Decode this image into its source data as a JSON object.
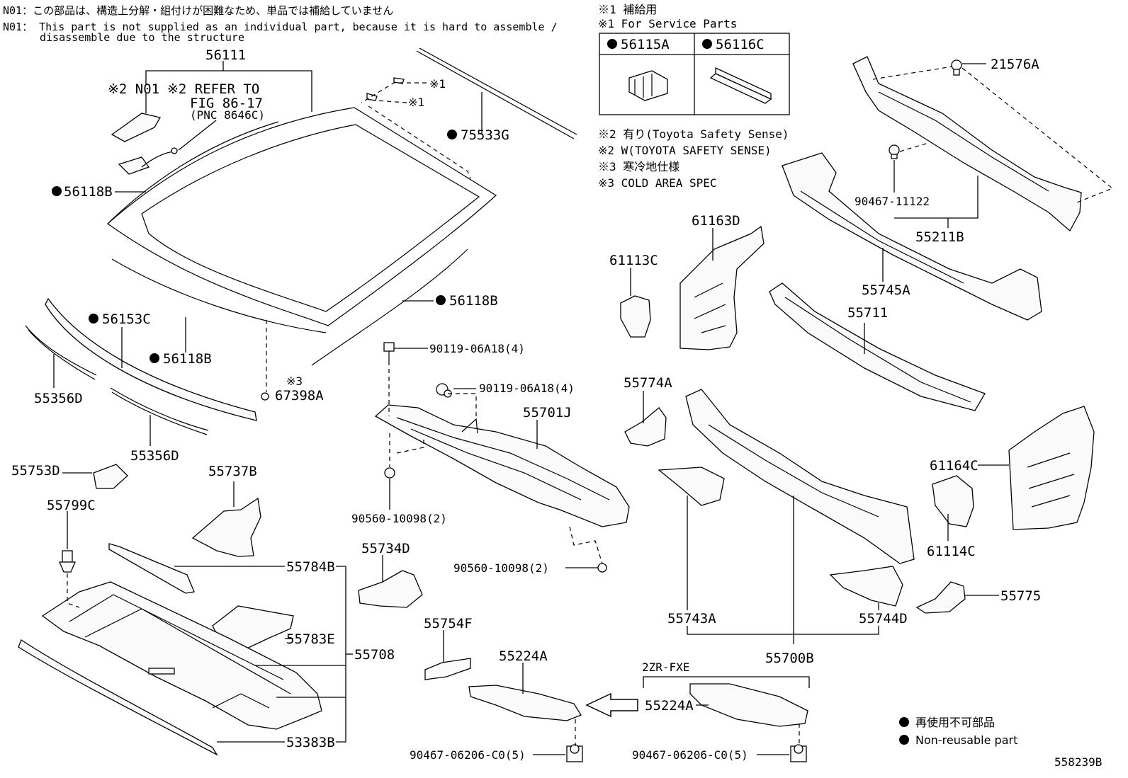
{
  "notes": {
    "n01_jp": "N01：この部品は、構造上分解・組付けが困難なため、単品では補給していません",
    "n01_en_1": "N01： This part is not supplied as an individual part, because it is hard to assemble /",
    "n01_en_2": "disassemble due to the structure",
    "s1_jp": "※1 補給用",
    "s1_en": "※1 For Service Parts",
    "s2_jp": "※2 有り(Toyota Safety Sense)",
    "s2_en": "※2 W(TOYOTA SAFETY SENSE)",
    "s3_jp": "※3 寒冷地仕様",
    "s3_en": "※3 COLD AREA SPEC"
  },
  "service_table": {
    "left": "56115A",
    "right": "56116C"
  },
  "legend": {
    "jp": "再使用不可部品",
    "en": "Non-reusable part"
  },
  "drawing_number": "558239B",
  "engine_label": "2ZR-FXE",
  "refer": {
    "line1": "※2 REFER TO",
    "line2": "FIG 86-17",
    "line3": "(PNC 8646C)"
  },
  "labels": {
    "p56111": "56111",
    "pN01": "※2 N01",
    "p75533G": "75533G",
    "s1a": "※1",
    "s1b": "※1",
    "p56118B_1": "56118B",
    "p56118B_2": "56118B",
    "p56118B_3": "56118B",
    "p56153C": "56153C",
    "p55356D_1": "55356D",
    "p55356D_2": "55356D",
    "s3": "※3",
    "p67398A": "67398A",
    "p55753D": "55753D",
    "p55737B": "55737B",
    "p55799C": "55799C",
    "p55784B": "55784B",
    "p55783E": "55783E",
    "p55708": "55708",
    "p53383B": "53383B",
    "p90119a": "90119-06A18(4)",
    "p90119b": "90119-06A18(4)",
    "p55701J": "55701J",
    "p90560a": "90560-10098(2)",
    "p90560b": "90560-10098(2)",
    "p55734D": "55734D",
    "p55754F": "55754F",
    "p55224A_1": "55224A",
    "p55224A_2": "55224A",
    "p90467a": "90467-06206-C0(5)",
    "p90467b": "90467-06206-C0(5)",
    "p21576A": "21576A",
    "p90467_11122": "90467-11122",
    "p55211B": "55211B",
    "p61163D": "61163D",
    "p61113C": "61113C",
    "p55745A": "55745A",
    "p55711": "55711",
    "p55774A": "55774A",
    "p61164C": "61164C",
    "p61114C": "61114C",
    "p55775": "55775",
    "p55743A": "55743A",
    "p55744D": "55744D",
    "p55700B": "55700B"
  }
}
